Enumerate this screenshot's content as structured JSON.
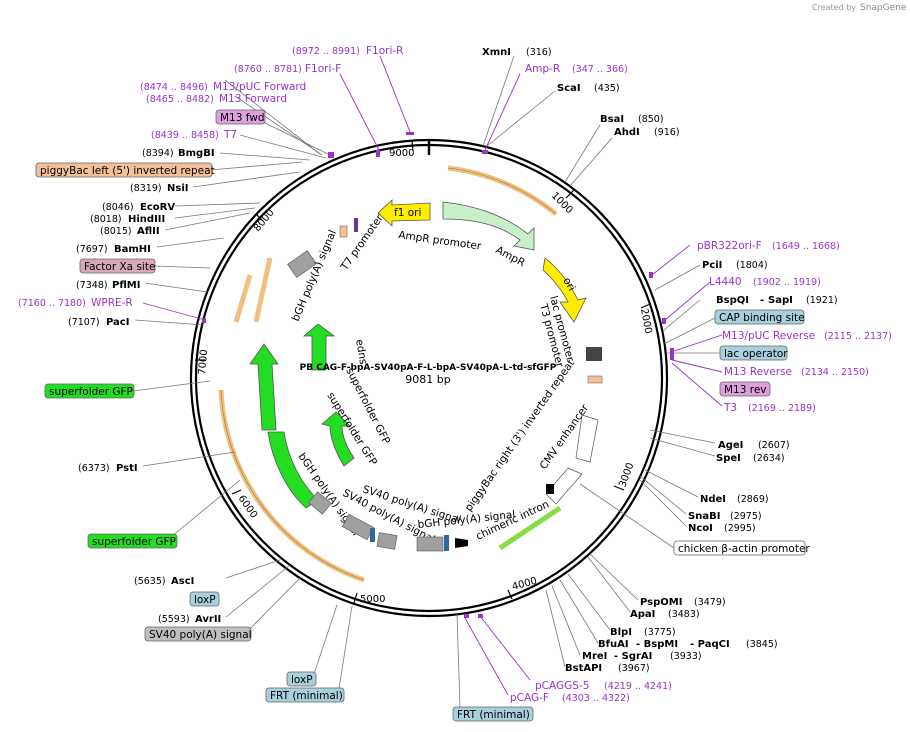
{
  "credit": {
    "created_by": "Created by",
    "brand": "SnapGene"
  },
  "plasmid": {
    "name": "PB CAG-F-bpA-SV40pA-F-L-bpA-SV40pA-L-td-sfGFP",
    "size": "9081 bp"
  },
  "ticks": [
    "1000",
    "2000",
    "3000",
    "4000",
    "5000",
    "6000",
    "7000",
    "8000",
    "9000"
  ],
  "enzymes": [
    {
      "name": "XmnI",
      "pos": "(316)"
    },
    {
      "name": "ScaI",
      "pos": "(435)"
    },
    {
      "name": "BsaI",
      "pos": "(850)"
    },
    {
      "name": "AhdI",
      "pos": "(916)"
    },
    {
      "name": "PciI",
      "pos": "(1804)"
    },
    {
      "name": "BspQI",
      "sep": "-",
      "name2": "SapI",
      "pos": "(1921)"
    },
    {
      "name": "AgeI",
      "pos": "(2607)"
    },
    {
      "name": "SpeI",
      "pos": "(2634)"
    },
    {
      "name": "NdeI",
      "pos": "(2869)"
    },
    {
      "name": "SnaBI",
      "pos": "(2975)"
    },
    {
      "name": "NcoI",
      "pos": "(2995)"
    },
    {
      "name": "PspOMI",
      "pos": "(3479)"
    },
    {
      "name": "ApaI",
      "pos": "(3483)"
    },
    {
      "name": "BlpI",
      "pos": "(3775)"
    },
    {
      "name": "BfuAI",
      "sep": "- BspMI",
      "name2": "- PaqCI",
      "pos": "(3845)"
    },
    {
      "name": "MreI",
      "sep": "- SgrAI",
      "pos": "(3933)"
    },
    {
      "name": "BstAPI",
      "pos": "(3967)"
    },
    {
      "name": "AscI",
      "pos": "(5635)"
    },
    {
      "name": "AvrII",
      "pos": "(5593)"
    },
    {
      "name": "PstI",
      "pos": "(6373)"
    },
    {
      "name": "PacI",
      "pos": "(7107)"
    },
    {
      "name": "PflMI",
      "pos": "(7348)"
    },
    {
      "name": "BamHI",
      "pos": "(7697)"
    },
    {
      "name": "AflII",
      "pos": "(8015)"
    },
    {
      "name": "HindIII",
      "pos": "(8018)"
    },
    {
      "name": "EcoRV",
      "pos": "(8046)"
    },
    {
      "name": "NsiI",
      "pos": "(8319)"
    },
    {
      "name": "BmgBI",
      "pos": "(8394)"
    }
  ],
  "primers": [
    {
      "name": "F1ori-R",
      "pos": "(8972 .. 8991)"
    },
    {
      "name": "F1ori-F",
      "pos": "(8760 .. 8781)"
    },
    {
      "name": "Amp-R",
      "pos": "(347 .. 366)"
    },
    {
      "name": "M13/pUC Forward",
      "pos": "(8474 .. 8496)"
    },
    {
      "name": "M13 Forward",
      "pos": "(8465 .. 8482)"
    },
    {
      "name": "T7",
      "pos": "(8439 .. 8458)"
    },
    {
      "name": "pBR322ori-F",
      "pos": "(1649 .. 1668)"
    },
    {
      "name": "L4440",
      "pos": "(1902 .. 1919)"
    },
    {
      "name": "M13/pUC Reverse",
      "pos": "(2115 .. 2137)"
    },
    {
      "name": "M13 Reverse",
      "pos": "(2134 .. 2150)"
    },
    {
      "name": "T3",
      "pos": "(2169 .. 2189)"
    },
    {
      "name": "WPRE-R",
      "pos": "(7160 .. 7180)"
    },
    {
      "name": "pCAGGS-5",
      "pos": "(4219 .. 4241)"
    },
    {
      "name": "pCAG-F",
      "pos": "(4303 .. 4322)"
    }
  ],
  "boxed_features": [
    {
      "label": "M13 fwd",
      "fill": "#dda0dd"
    },
    {
      "label": "piggyBac left (5') inverted repeat",
      "fill": "#f4c09a"
    },
    {
      "label": "Factor Xa site",
      "fill": "#d8a8b8"
    },
    {
      "label": "superfolder GFP",
      "fill": "#22dd22"
    },
    {
      "label": "superfolder GFP",
      "fill": "#22dd22"
    },
    {
      "label": "loxP",
      "fill": "#a8d0dc"
    },
    {
      "label": "SV40 poly(A) signal",
      "fill": "#bfbfbf"
    },
    {
      "label": "loxP",
      "fill": "#a8d0dc"
    },
    {
      "label": "FRT (minimal)",
      "fill": "#a8d0dc"
    },
    {
      "label": "FRT (minimal)",
      "fill": "#a8d0dc"
    },
    {
      "label": "CAP binding site",
      "fill": "#a8d0dc"
    },
    {
      "label": "lac operator",
      "fill": "#a8d0dc"
    },
    {
      "label": "M13 rev",
      "fill": "#dda0dd"
    },
    {
      "label": "chicken β-actin promoter",
      "fill": "#ffffff"
    }
  ],
  "inner_labels": {
    "f1_ori": "f1 ori",
    "ampr_promoter": "AmpR promoter",
    "ampr": "AmpR",
    "ori": "ori",
    "t7_promoter": "T7 promoter",
    "lac_promoter": "lac promoter",
    "t3_promoter": "T3 promoter",
    "bgh_polya_1": "bGH poly(A) signal",
    "bgh_polya_2": "bGH poly(A) signal",
    "bgh_polya_3": "bGH poly(A) signal",
    "sv40_polya_1": "SV40 poly(A) signal",
    "sv40_polya_2": "SV40 poly(A) signal",
    "pb_right_ir": "piggyBac right (3') inverted repeat",
    "cmv_enhancer": "CMV enhancer",
    "chimeric_intron": "chimeric intron",
    "sfgfp_inner_1": "superfolder GFP",
    "sfgfp_inner_2": "superfolder GFP",
    "sfgfp_partial": "edns"
  },
  "colors": {
    "primer": "#9933cc",
    "gfp": "#22dd22",
    "ori": "#ffee00",
    "ampr": "#c8f0c8",
    "orange_ir": "#f0c080",
    "chimeric": "#88dd44",
    "polya": "#a0a0a0"
  }
}
